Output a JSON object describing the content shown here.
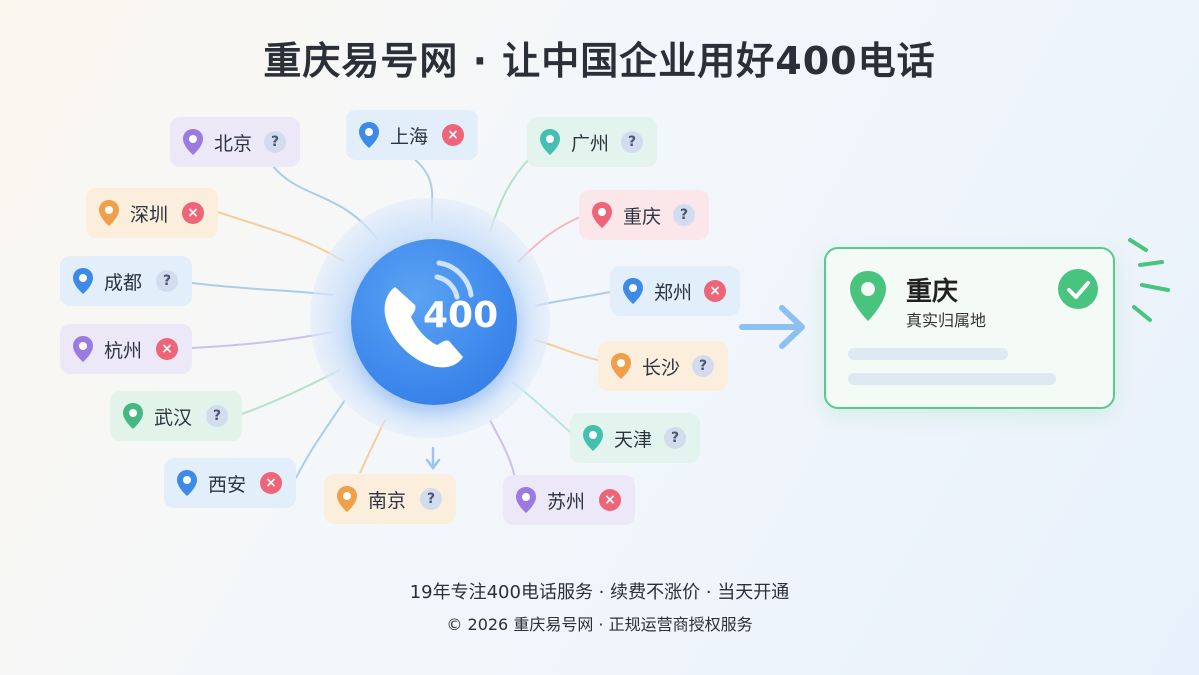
{
  "title": "重庆易号网 · 让中国企业用好400电话",
  "hub": {
    "number": "400",
    "icon": "phone-icon"
  },
  "cities": [
    {
      "name": "北京",
      "status": "?",
      "status_type": "unknown",
      "color": "#9b7be0",
      "bg": "#ede8f8"
    },
    {
      "name": "上海",
      "status": "×",
      "status_type": "no",
      "color": "#3d8ae8",
      "bg": "#e3eefb"
    },
    {
      "name": "广州",
      "status": "?",
      "status_type": "unknown",
      "color": "#45c0b0",
      "bg": "#e3f4ef"
    },
    {
      "name": "深圳",
      "status": "×",
      "status_type": "no",
      "color": "#f0a04a",
      "bg": "#fbeedd"
    },
    {
      "name": "重庆",
      "status": "?",
      "status_type": "unknown",
      "color": "#ee6478",
      "bg": "#fbe6ea"
    },
    {
      "name": "成都",
      "status": "?",
      "status_type": "unknown",
      "color": "#3d8ae8",
      "bg": "#e3eefb"
    },
    {
      "name": "郑州",
      "status": "×",
      "status_type": "no",
      "color": "#3d8ae8",
      "bg": "#e3eefb"
    },
    {
      "name": "杭州",
      "status": "×",
      "status_type": "no",
      "color": "#9b7be0",
      "bg": "#ede8f8"
    },
    {
      "name": "长沙",
      "status": "?",
      "status_type": "unknown",
      "color": "#f0a04a",
      "bg": "#fbeedd"
    },
    {
      "name": "武汉",
      "status": "?",
      "status_type": "unknown",
      "color": "#45b884",
      "bg": "#e2f3e9"
    },
    {
      "name": "天津",
      "status": "?",
      "status_type": "unknown",
      "color": "#45c0b0",
      "bg": "#e3f4ef"
    },
    {
      "name": "西安",
      "status": "×",
      "status_type": "no",
      "color": "#3d8ae8",
      "bg": "#e3eefb"
    },
    {
      "name": "南京",
      "status": "?",
      "status_type": "unknown",
      "color": "#f0a04a",
      "bg": "#fbeedd"
    },
    {
      "name": "苏州",
      "status": "×",
      "status_type": "no",
      "color": "#9b7be0",
      "bg": "#ede8f8"
    }
  ],
  "result": {
    "city": "重庆",
    "subtitle": "真实归属地",
    "status_icon": "check-icon",
    "accent": "#48c47e"
  },
  "footer": {
    "line1": "19年专注400电话服务 · 续费不涨价 · 当天开通",
    "line2": "© 2026 重庆易号网 · 正规运营商授权服务"
  }
}
